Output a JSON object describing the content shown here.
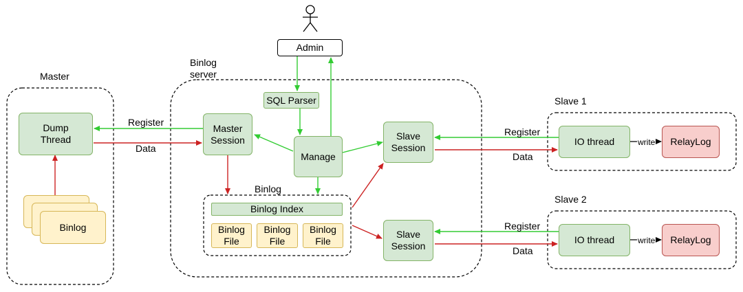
{
  "actor": {
    "label": "Admin"
  },
  "master": {
    "title": "Master",
    "dump_thread": "Dump\nThread",
    "binlog": "Binlog"
  },
  "binlog_server": {
    "title": "Binlog\nserver",
    "sql_parser": "SQL Parser",
    "master_session": "Master\nSession",
    "manage": "Manage",
    "slave_session_1": "Slave\nSession",
    "slave_session_2": "Slave\nSession",
    "binlog_group": {
      "title": "Binlog",
      "index": "Binlog Index",
      "files": [
        "Binlog\nFile",
        "Binlog\nFile",
        "Binlog\nFile"
      ]
    }
  },
  "slave1": {
    "title": "Slave 1",
    "io_thread": "IO thread",
    "write": "write",
    "relay_log": "RelayLog"
  },
  "slave2": {
    "title": "Slave 2",
    "io_thread": "IO thread",
    "write": "write",
    "relay_log": "RelayLog"
  },
  "edges": {
    "register": "Register",
    "data": "Data",
    "slave1_register": "Register",
    "slave1_data": "Data",
    "slave2_register": "Register",
    "slave2_data": "Data"
  },
  "colors": {
    "green_arrow": "#33cc33",
    "red_arrow": "#cc2222"
  }
}
